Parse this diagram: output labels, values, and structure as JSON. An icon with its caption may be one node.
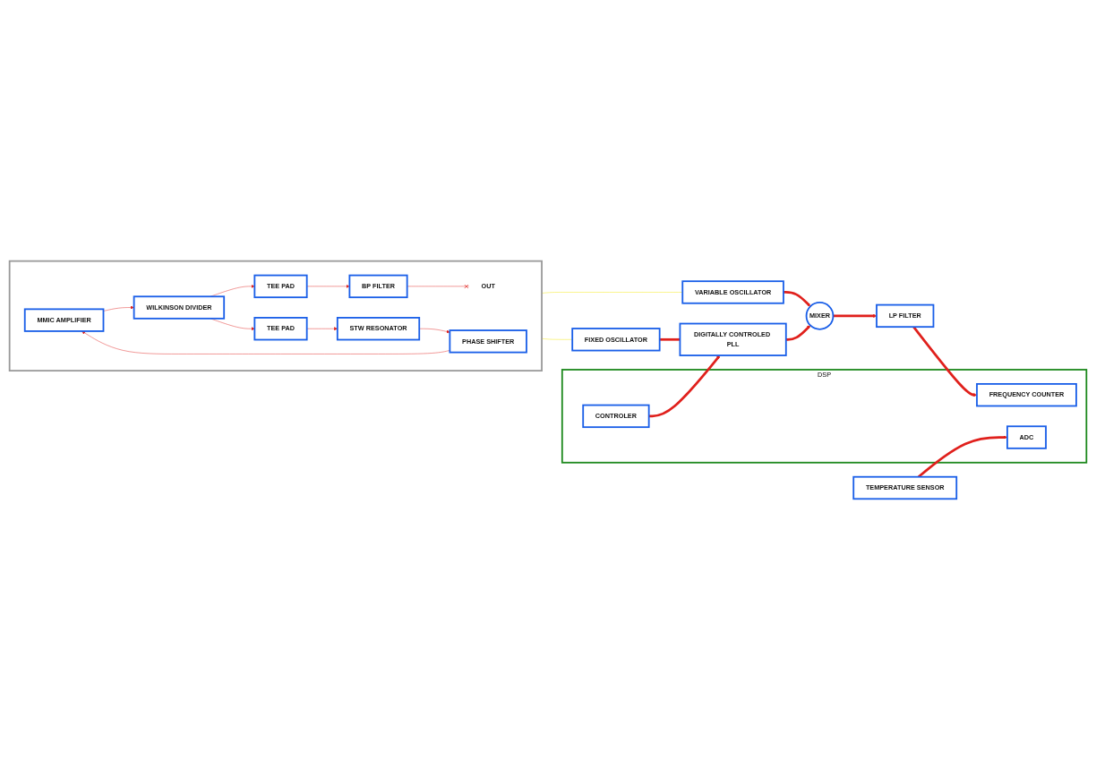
{
  "diagram": {
    "nodes": [
      {
        "text": [],
        "shape": "box"
      },
      {
        "text": [
          "TEE PAD"
        ],
        "in": 0
      },
      {
        "text": [
          "BP FILTER"
        ],
        "in": 0
      },
      {
        "text": [
          "OUT"
        ],
        "in": 0
      },
      {
        "text": [
          "MMIC AMPLIFIER"
        ],
        "in": 0
      },
      {
        "text": [
          "WILKINSON DIVIDER"
        ],
        "in": 0
      },
      {
        "text": [
          "TEE PAD"
        ],
        "in": 0
      },
      {
        "text": [
          "STW RESONATOR"
        ],
        "in": 0
      },
      {
        "text": [
          "PHASE SHIFTER"
        ],
        "in": 0
      },
      {
        "text": [
          "VARIABLE OSCILLATOR"
        ]
      },
      {
        "text": [
          "DSP"
        ]
      },
      {
        "text": [
          "MIXER"
        ]
      },
      {
        "text": [
          "LP FILTER"
        ]
      },
      {
        "text": [
          "FREQUENCY COUNTER"
        ],
        "in": 10
      },
      {
        "text": [
          "TEMPERATURE SENSOR"
        ]
      },
      {
        "text": [
          "ADC"
        ],
        "in": 10
      },
      {
        "text": [
          "FIXED OSCILLATOR"
        ]
      },
      {
        "text": [
          "DIGITALLY CONTROLED PLL"
        ]
      },
      {
        "text": [
          "CONTROLER"
        ],
        "in": 10
      }
    ],
    "edges": [
      {
        "from": 4,
        "to": 5,
        "arrow": "to"
      },
      {
        "from": 5,
        "to": 1,
        "arrow": "to"
      },
      {
        "from": 1,
        "to": 2,
        "arrow": "to"
      },
      {
        "from": 2,
        "to": 3,
        "arrow": "other"
      },
      {
        "from": 5,
        "to": 6,
        "arrow": "to"
      },
      {
        "from": 6,
        "to": 7,
        "arrow": "to"
      },
      {
        "from": 7,
        "to": 8,
        "arrow": "to"
      },
      {
        "from": 8,
        "to": 4,
        "arrow": "to"
      },
      {
        "from": 9,
        "to": 0,
        "arrow": "none",
        "color": "#f2e600"
      },
      {
        "from": 16,
        "to": 0,
        "arrow": "none",
        "color": "#f2e600"
      },
      {
        "from": 9,
        "to": 11,
        "arrow": "to",
        "style": "thick"
      },
      {
        "from": 16,
        "to": 17,
        "arrow": "none",
        "style": "thick"
      },
      {
        "from": 17,
        "to": 11,
        "arrow": "to",
        "style": "thick"
      },
      {
        "from": 11,
        "to": 12,
        "arrow": "to",
        "style": "thick"
      },
      {
        "from": 12,
        "to": 13,
        "arrow": "to",
        "style": "thick"
      },
      {
        "from": 14,
        "to": 15,
        "arrow": "to",
        "style": "thick"
      },
      {
        "from": 18,
        "to": 17,
        "arrow": "to",
        "style": "thick"
      }
    ]
  }
}
